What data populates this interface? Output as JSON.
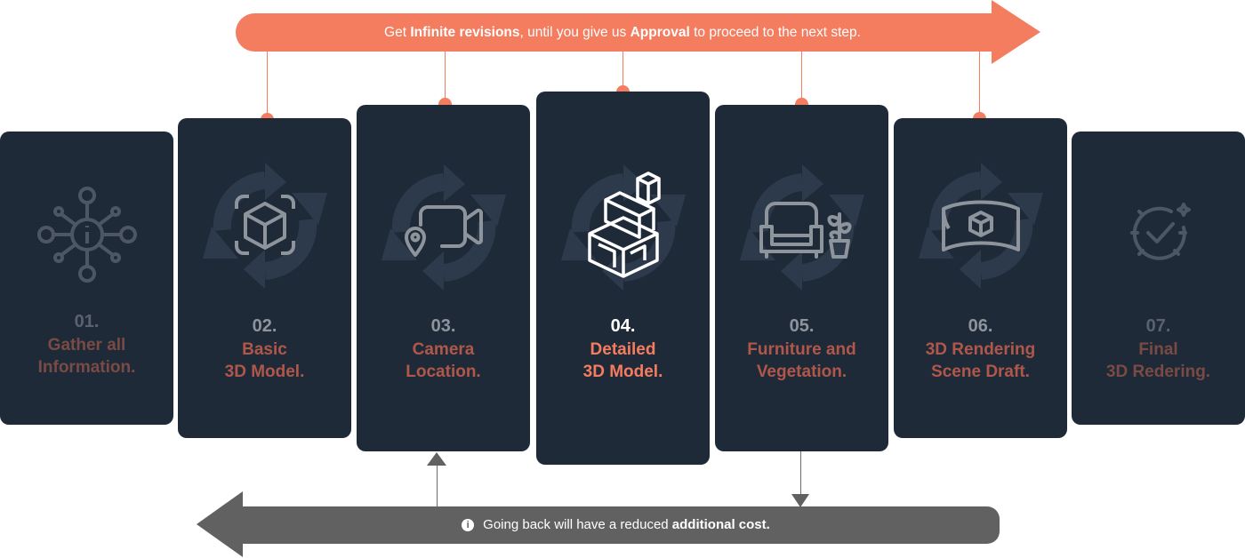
{
  "top_banner": {
    "prefix": "Get ",
    "bold1": "Infinite revisions",
    "middle": ", until you give us ",
    "bold2": "Approval",
    "suffix": " to proceed to the next step."
  },
  "bottom_banner": {
    "info_glyph": "i",
    "prefix": "Going back will have a reduced ",
    "bold": "additional cost."
  },
  "steps": [
    {
      "num": "01.",
      "line1": "Gather all",
      "line2": "Information.",
      "icon": "info-network-icon"
    },
    {
      "num": "02.",
      "line1": "Basic",
      "line2": "3D Model.",
      "icon": "cube-frame-icon"
    },
    {
      "num": "03.",
      "line1": "Camera",
      "line2": "Location.",
      "icon": "video-camera-location-icon"
    },
    {
      "num": "04.",
      "line1": "Detailed",
      "line2": "3D Model.",
      "icon": "building-3d-icon"
    },
    {
      "num": "05.",
      "line1": "Furniture and",
      "line2": "Vegetation.",
      "icon": "armchair-plant-icon"
    },
    {
      "num": "06.",
      "line1": "3D Rendering",
      "line2": "Scene Draft.",
      "icon": "panorama-cube-icon"
    },
    {
      "num": "07.",
      "line1": "Final",
      "line2": "3D Redering.",
      "icon": "check-circle-sparkle-icon"
    }
  ],
  "colors": {
    "accent": "#f47c5f",
    "card": "#1f2a38",
    "back_arrow": "#616161"
  }
}
